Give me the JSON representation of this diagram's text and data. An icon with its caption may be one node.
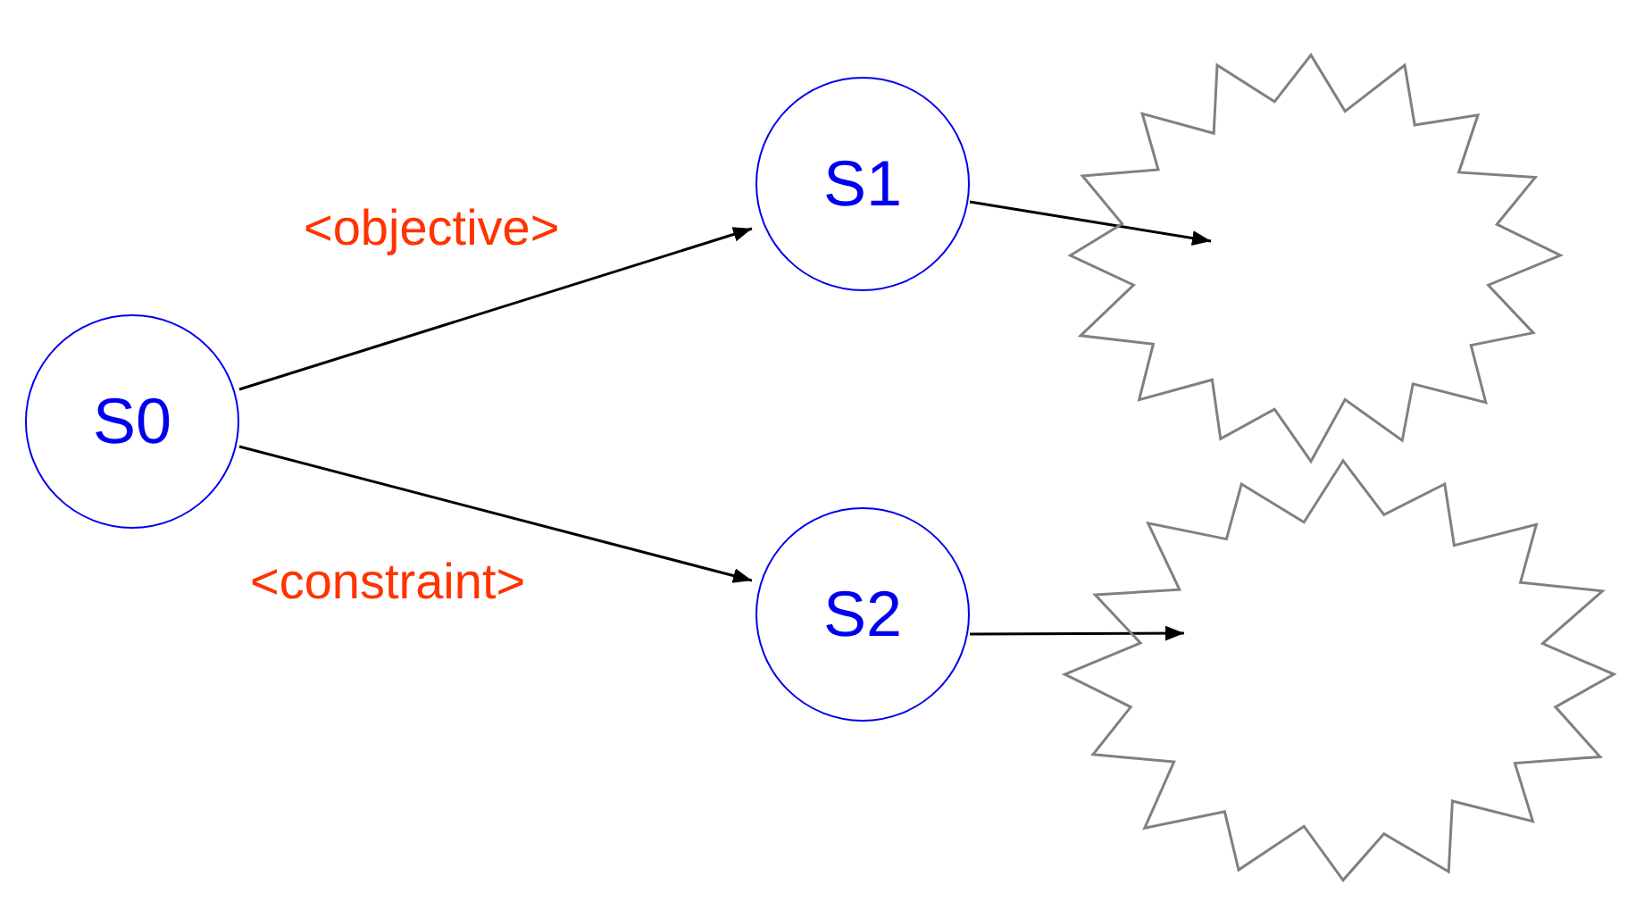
{
  "diagram": {
    "nodes": [
      {
        "text": [
          "S0"
        ]
      },
      {
        "text": [
          "S1"
        ]
      },
      {
        "text": [
          "S2"
        ]
      },
      {
        "text": [],
        "shape": "starburst"
      },
      {
        "text": [],
        "shape": "starburst"
      }
    ],
    "edges": [
      {
        "from": 0,
        "to": 1,
        "arrow": "to",
        "label": "<objective>"
      },
      {
        "from": 0,
        "to": 2,
        "arrow": "to",
        "label": "<constraint>"
      },
      {
        "from": 1,
        "to": 3,
        "arrow": "to"
      },
      {
        "from": 2,
        "to": 4,
        "arrow": "to"
      }
    ]
  }
}
